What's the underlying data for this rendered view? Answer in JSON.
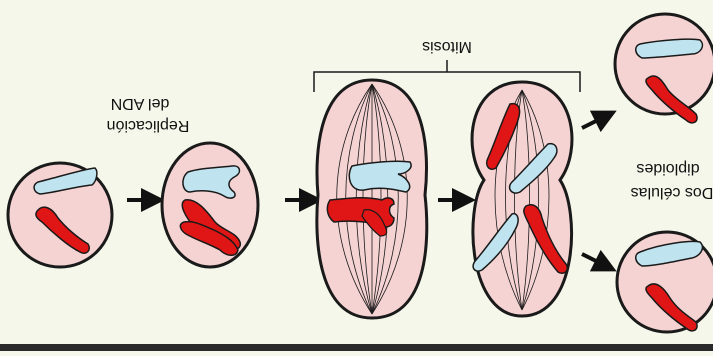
{
  "labels": {
    "mitosis": "Mitosis",
    "replication_line1": "Replicación",
    "replication_line2": "del ADN",
    "daughters_line1": "Dos células",
    "daughters_line2": "diploides"
  },
  "colors": {
    "background": "#f4f7ea",
    "cytoplasm": "#f6d3d3",
    "membrane": "#1a1a1a",
    "chromosome_red": "#e01515",
    "chromosome_blue": "#bfe3ef",
    "arrow": "#111111"
  },
  "icons": {
    "stage_arrow": "right-arrow-icon",
    "diagonal_arrow": "diagonal-arrow-icon"
  }
}
